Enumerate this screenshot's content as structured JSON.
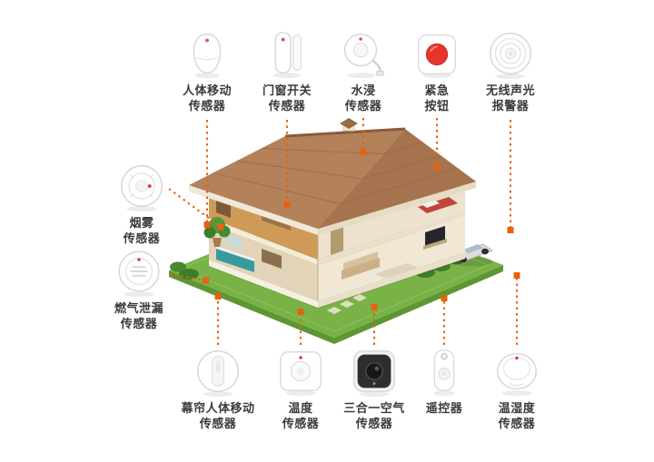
{
  "palette": {
    "accent_orange": "#e8610e",
    "lawn_green": "#79b347",
    "roof_brown": "#b3815a"
  },
  "devices": {
    "top": [
      {
        "icon": "motion-sensor-icon",
        "label": "人体移动\n传感器"
      },
      {
        "icon": "door-window-sensor-icon",
        "label": "门窗开关\n传感器"
      },
      {
        "icon": "water-leak-sensor-icon",
        "label": "水浸\n传感器"
      },
      {
        "icon": "emergency-button-icon",
        "label": "紧急\n按钮"
      },
      {
        "icon": "wireless-siren-icon",
        "label": "无线声光\n报警器"
      }
    ],
    "left": [
      {
        "icon": "smoke-sensor-icon",
        "label": "烟雾\n传感器"
      },
      {
        "icon": "gas-leak-sensor-icon",
        "label": "燃气泄漏\n传感器"
      }
    ],
    "bottom": [
      {
        "icon": "curtain-motion-sensor-icon",
        "label": "幕帘人体移动\n传感器"
      },
      {
        "icon": "temperature-sensor-icon",
        "label": "温度\n传感器"
      },
      {
        "icon": "air-quality-sensor-icon",
        "label": "三合一空气\n传感器"
      },
      {
        "icon": "remote-control-icon",
        "label": "遥控器"
      },
      {
        "icon": "temp-humidity-sensor-icon",
        "label": "温湿度\n传感器"
      }
    ]
  }
}
